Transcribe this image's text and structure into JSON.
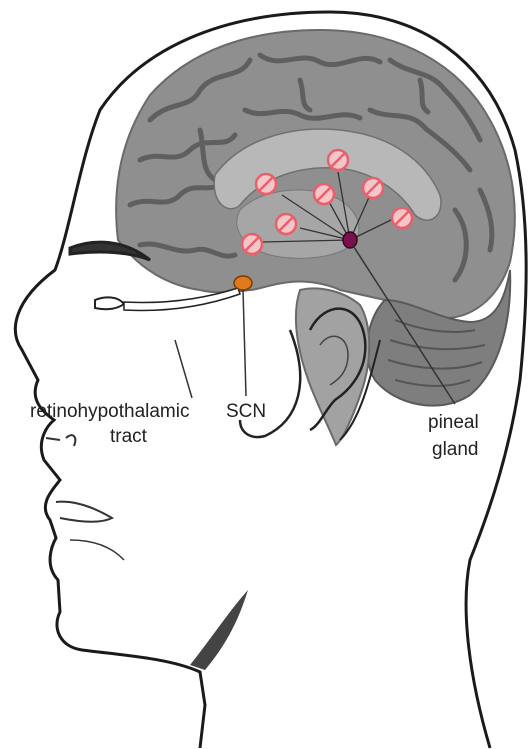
{
  "labels": {
    "tract_line1": "retinohypothalamic",
    "tract_line2": "tract",
    "scn": "SCN",
    "pineal_line1": "pineal",
    "pineal_line2": "gland"
  },
  "colors": {
    "brain_fill": "#8f8f8f",
    "brain_dark": "#5f5f5f",
    "brain_light": "#b4b4b4",
    "outline": "#1a1a1a",
    "receptor": "#e8606b",
    "scn_fill": "#e07a1e",
    "pineal_fill": "#7a1050"
  },
  "icons": {
    "receptor": "melatonin-receptor-icon",
    "scn": "scn-nucleus-icon",
    "pineal": "pineal-gland-icon"
  }
}
